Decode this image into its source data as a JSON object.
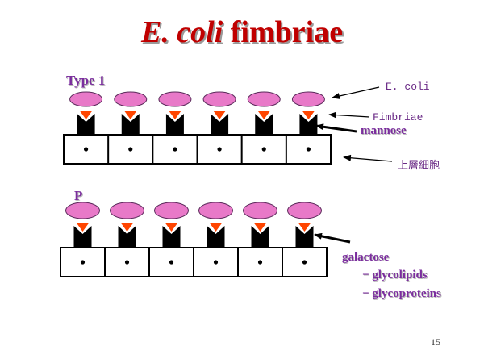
{
  "slide": {
    "title_italic": "E. coli",
    "title_rest": " fimbriae",
    "page_number": "15"
  },
  "panel_type1": {
    "label": "Type 1",
    "ecoli_label": "E. coli",
    "fimbriae_label": "Fimbriae",
    "receptor_label": "mannose",
    "cell_label": "上層細胞",
    "cell_count": 6
  },
  "panel_p": {
    "label": "P",
    "receptor_label": "galactose",
    "sub_items": [
      "− glycolipids",
      "− glycoproteins"
    ],
    "cell_count": 6
  },
  "colors": {
    "title": "#c00000",
    "bacterium": "#e879c8",
    "adhesin": "#ff4500",
    "receptor": "#000000",
    "label": "#7b2d9e"
  }
}
